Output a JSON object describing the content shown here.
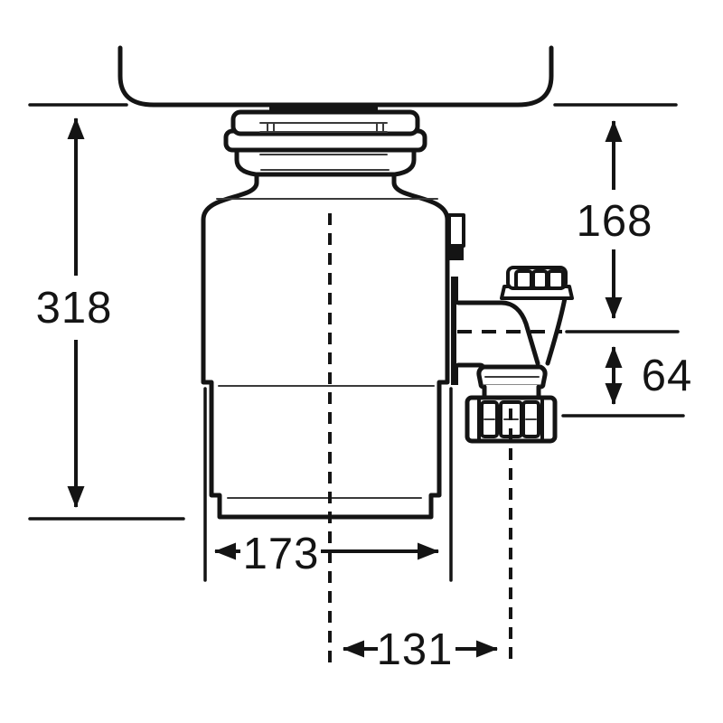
{
  "diagram": {
    "kind": "technical-dimension-drawing",
    "subject": "food-waste-disposer-under-sink",
    "background_color": "#ffffff",
    "line_color": "#141414",
    "dimensions": {
      "overall_height": "318",
      "sink_to_outlet_centre": "168",
      "outlet_centre_to_trap_outlet": "64",
      "body_width": "173",
      "body_centre_to_trap_centre": "131"
    }
  }
}
